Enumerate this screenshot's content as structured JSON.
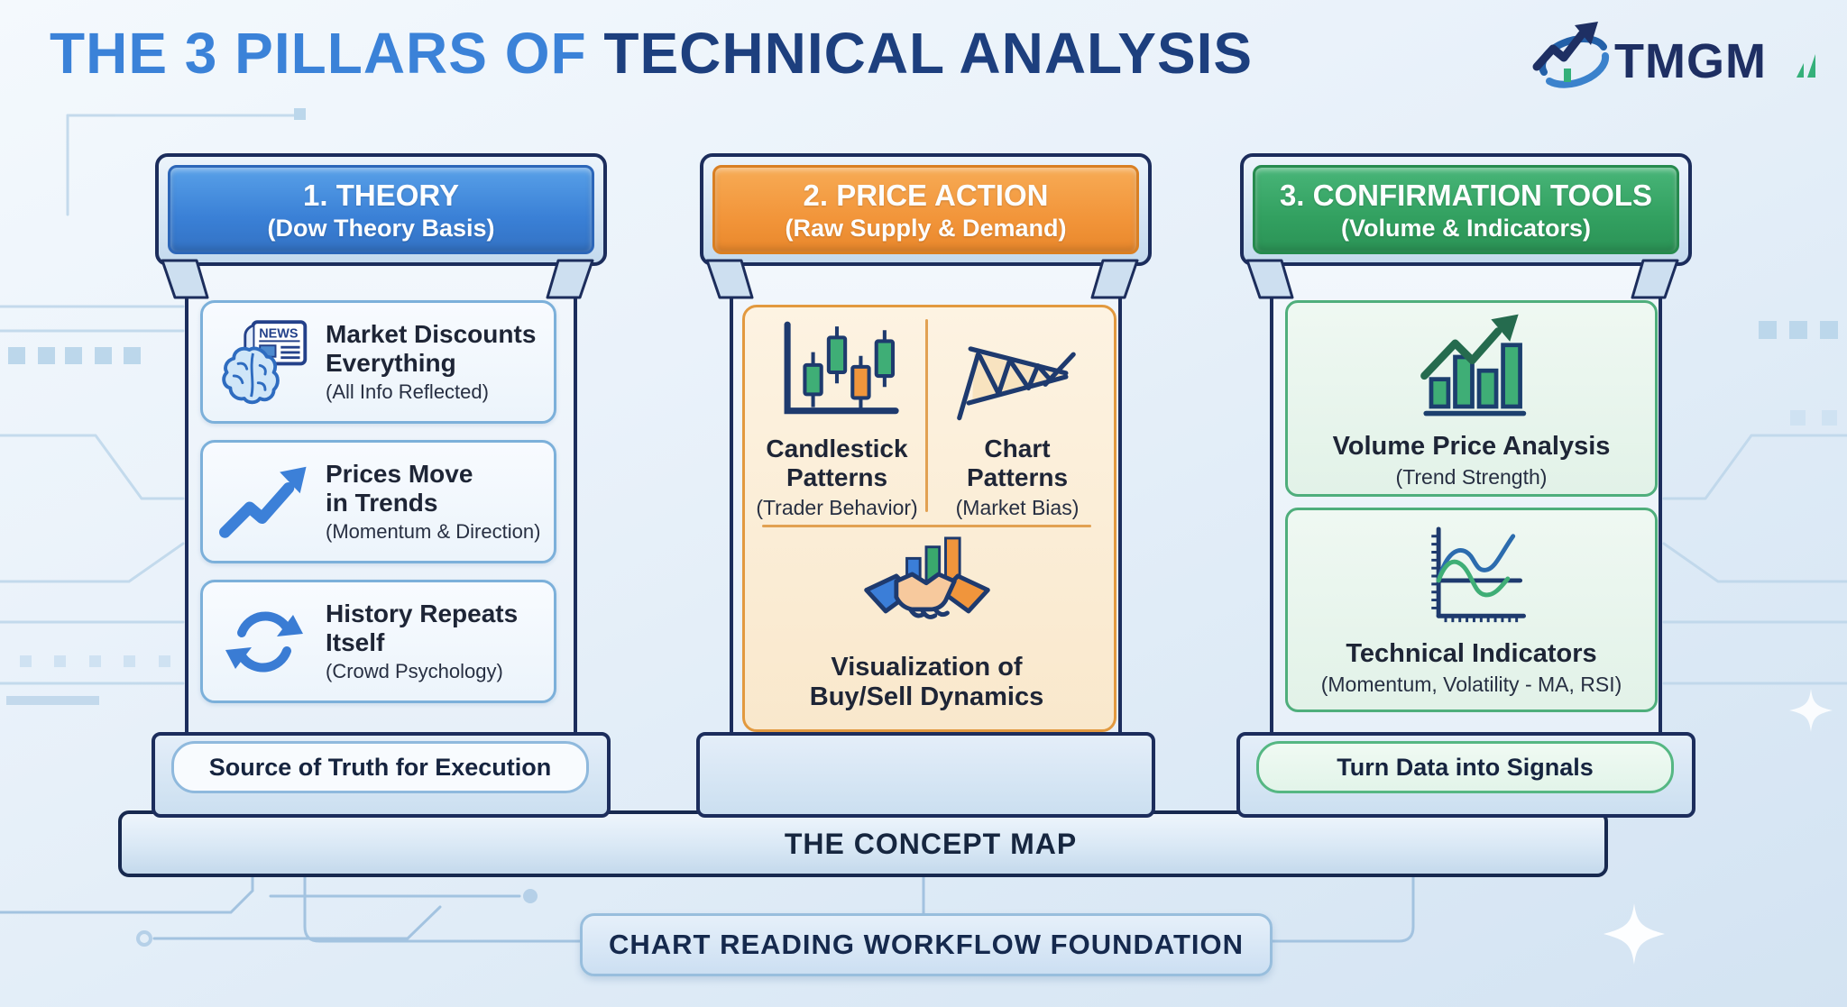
{
  "title": {
    "highlight": "THE 3 PILLARS OF ",
    "rest": "TECHNICAL ANALYSIS"
  },
  "logo": {
    "brand": "TMGM"
  },
  "pillars": {
    "theory": {
      "header_title": "1. THEORY",
      "header_subtitle": "(Dow Theory Basis)",
      "accent": "#3e86d9",
      "items": [
        {
          "icon": "brain-news-icon",
          "news_label": "NEWS",
          "title": "Market Discounts\nEverything",
          "subtitle": "(All Info Reflected)"
        },
        {
          "icon": "trend-arrow-icon",
          "title": "Prices Move\nin Trends",
          "subtitle": "(Momentum & Direction)"
        },
        {
          "icon": "cycle-arrows-icon",
          "title": "History Repeats\nItself",
          "subtitle": "(Crowd Psychology)"
        }
      ],
      "base_label": "Source of Truth for Execution"
    },
    "price_action": {
      "header_title": "2. PRICE ACTION",
      "header_subtitle": "(Raw Supply & Demand)",
      "accent": "#f2973c",
      "cells": [
        {
          "icon": "candlestick-chart-icon",
          "title": "Candlestick\nPatterns",
          "subtitle": "(Trader Behavior)"
        },
        {
          "icon": "wedge-pattern-icon",
          "title": "Chart\nPatterns",
          "subtitle": "(Market Bias)"
        },
        {
          "icon": "handshake-icon",
          "title": "Visualization of\nBuy/Sell Dynamics",
          "subtitle": ""
        }
      ]
    },
    "confirmation": {
      "header_title": "3. CONFIRMATION TOOLS",
      "header_subtitle": "(Volume & Indicators)",
      "accent": "#35a667",
      "items": [
        {
          "icon": "volume-bars-icon",
          "title": "Volume Price Analysis",
          "subtitle": "(Trend Strength)"
        },
        {
          "icon": "oscillator-icon",
          "title": "Technical Indicators",
          "subtitle": "(Momentum, Volatility - MA, RSI)"
        }
      ],
      "base_label": "Turn Data into Signals"
    }
  },
  "platform_label": "THE CONCEPT MAP",
  "footer_label": "CHART READING WORKFLOW FOUNDATION",
  "colors": {
    "title_highlight": "#3b82d8",
    "title_rest": "#1d3f7e",
    "frame_navy": "#1c2d5c",
    "pillar_blue": "#3e86d9",
    "pillar_orange": "#f2973c",
    "pillar_green": "#35a667"
  }
}
